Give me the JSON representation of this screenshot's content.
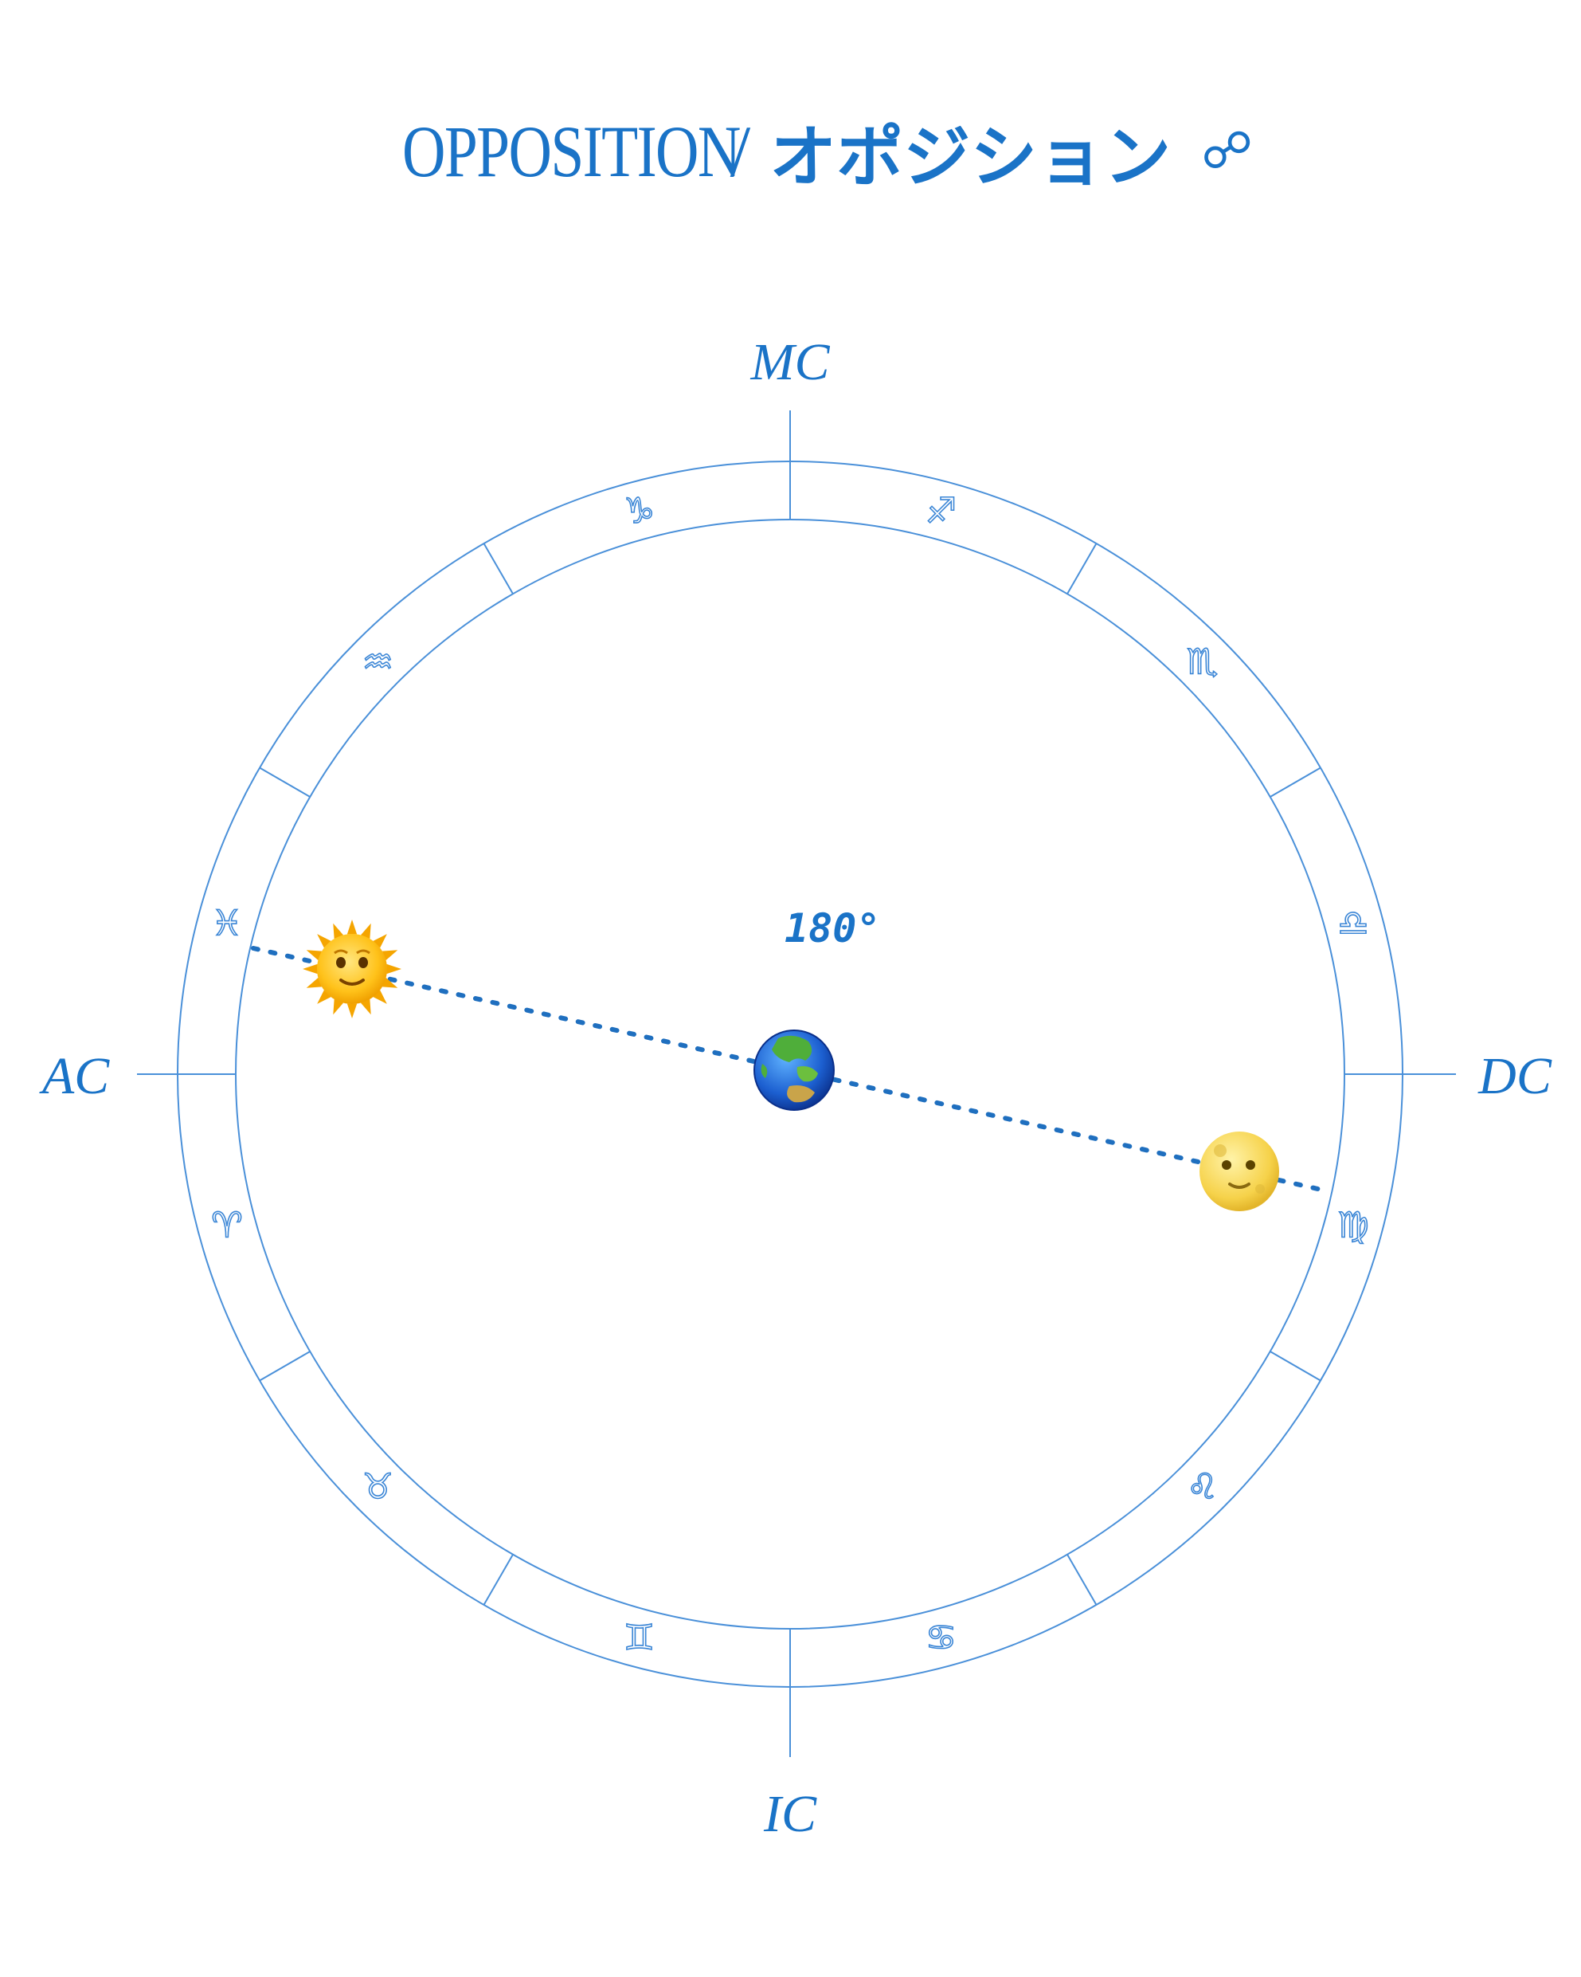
{
  "title": {
    "english": "OPPOSITION",
    "separator": "/",
    "japanese": "オポジション",
    "symbol": "☍"
  },
  "chart": {
    "angles": {
      "top": "MC",
      "bottom": "IC",
      "left": "AC",
      "right": "DC"
    },
    "angle_label": "180°",
    "signs": [
      {
        "name": "capricorn",
        "glyph": "♑"
      },
      {
        "name": "sagittarius",
        "glyph": "♐"
      },
      {
        "name": "scorpio",
        "glyph": "♏"
      },
      {
        "name": "libra",
        "glyph": "♎"
      },
      {
        "name": "virgo",
        "glyph": "♍"
      },
      {
        "name": "leo",
        "glyph": "♌"
      },
      {
        "name": "cancer",
        "glyph": "♋"
      },
      {
        "name": "gemini",
        "glyph": "♊"
      },
      {
        "name": "taurus",
        "glyph": "♉"
      },
      {
        "name": "aries",
        "glyph": "♈"
      },
      {
        "name": "pisces",
        "glyph": "♓"
      },
      {
        "name": "aquarius",
        "glyph": "♒"
      }
    ],
    "bodies": [
      {
        "name": "sun",
        "icon": "sun-with-face-icon"
      },
      {
        "name": "earth",
        "icon": "globe-asia-australia-icon"
      },
      {
        "name": "moon",
        "icon": "full-moon-with-face-icon"
      }
    ],
    "colors": {
      "accent": "#1a73c7",
      "ring": "#4a90d9",
      "dotted_line": "#1f6fbf",
      "background": "#ffffff"
    }
  }
}
